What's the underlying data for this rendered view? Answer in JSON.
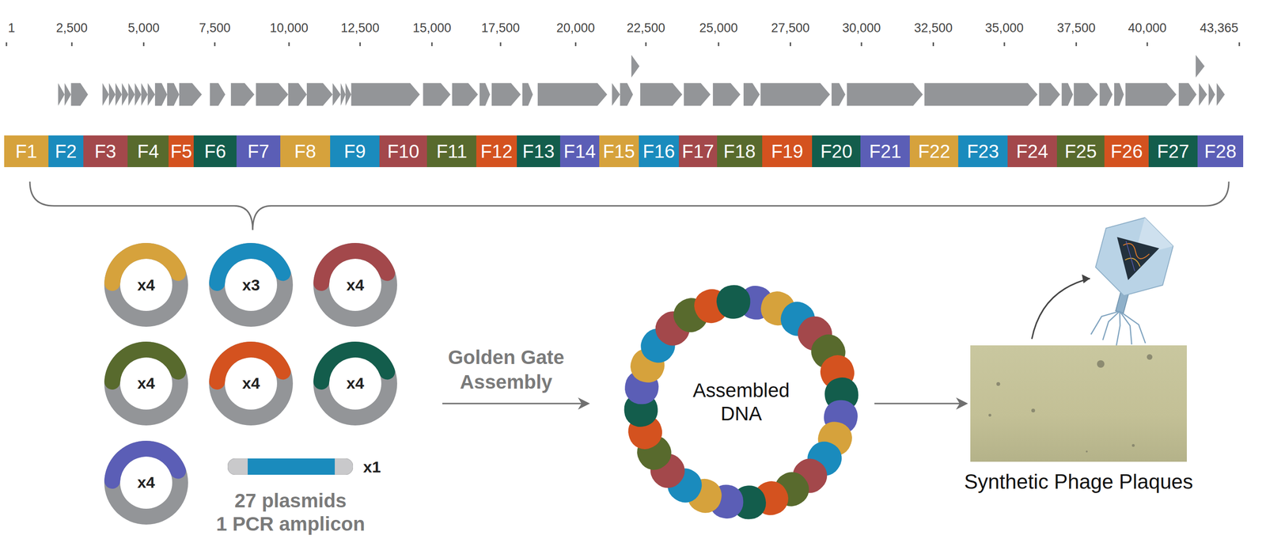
{
  "diagram": {
    "nodes": [
      {
        "text": [
          "F1"
        ]
      },
      {
        "text": [
          "F2"
        ]
      },
      {
        "text": [
          "F3"
        ]
      },
      {
        "text": [
          "F4"
        ]
      },
      {
        "text": [
          "F5"
        ]
      },
      {
        "text": [
          "F6"
        ]
      },
      {
        "text": [
          "F7"
        ]
      },
      {
        "text": [
          "F8"
        ]
      },
      {
        "text": [
          "F9"
        ]
      },
      {
        "text": [
          "F10"
        ]
      },
      {
        "text": [
          "F11"
        ]
      },
      {
        "text": [
          "F12"
        ]
      },
      {
        "text": [
          "F13"
        ]
      },
      {
        "text": [
          "F14"
        ]
      },
      {
        "text": [
          "F15"
        ]
      },
      {
        "text": [
          "F16"
        ]
      },
      {
        "text": [
          "F17"
        ]
      },
      {
        "text": [
          "F18"
        ]
      },
      {
        "text": [
          "F19"
        ]
      },
      {
        "text": [
          "F20"
        ]
      },
      {
        "text": [
          "F21"
        ]
      },
      {
        "text": [
          "F22"
        ]
      },
      {
        "text": [
          "F23"
        ]
      },
      {
        "text": [
          "F24"
        ]
      },
      {
        "text": [
          "F25"
        ]
      },
      {
        "text": [
          "F26"
        ]
      },
      {
        "text": [
          "F27"
        ]
      },
      {
        "text": [
          "F28"
        ]
      },
      {
        "text": [
          "x4"
        ]
      },
      {
        "text": [
          "x3"
        ]
      },
      {
        "text": [
          "x4"
        ]
      },
      {
        "text": [
          "x4"
        ]
      },
      {
        "text": [
          "x4"
        ]
      },
      {
        "text": [
          "x4"
        ]
      },
      {
        "text": [
          "x4"
        ]
      },
      {
        "text": [
          "x1"
        ]
      },
      {
        "text": [
          "Assembled DNA"
        ]
      },
      {
        "text": [
          "Synthetic Phage Plaques"
        ]
      }
    ],
    "edges": [
      {
        "from": 36,
        "to": 37,
        "arrow": "to"
      }
    ],
    "labels": [
      "1",
      "2,500",
      "5,000",
      "7,500",
      "10,000",
      "12,500",
      "15,000",
      "17,500",
      "20,000",
      "22,500",
      "25,000",
      "27,500",
      "30,000",
      "32,500",
      "35,000",
      "37,500",
      "40,000",
      "43,365",
      "Golden Gate Assembly",
      "27 plasmids",
      "1 PCR amplicon"
    ]
  }
}
